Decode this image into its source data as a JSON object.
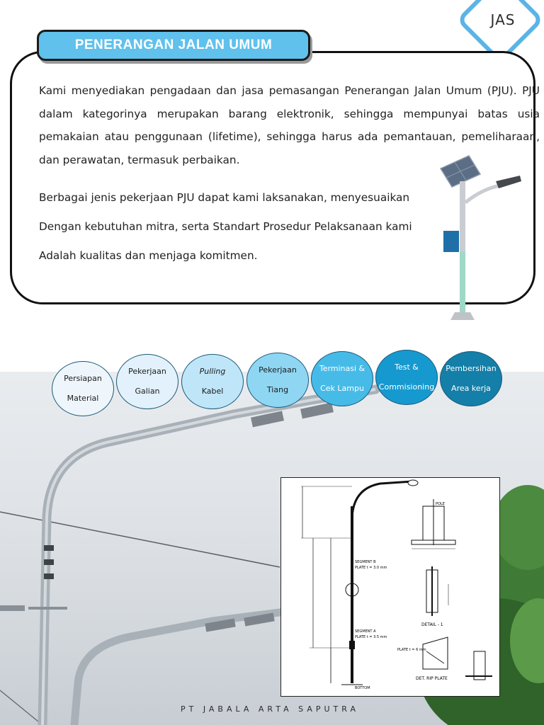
{
  "logo": {
    "text": "JAS"
  },
  "section": {
    "title": "PENERANGAN JALAN UMUM"
  },
  "intro": {
    "paragraph1": "Kami menyediakan pengadaan dan jasa pemasangan Penerangan Jalan Umum (PJU). PJU dalam kategorinya merupakan barang elektronik, sehingga mempunyai batas usia pemakaian atau penggunaan (lifetime), sehingga harus ada pemantauan, pemeliharaan, dan perawatan, termasuk perbaikan.",
    "paragraph2_line1": "Berbagai jenis pekerjaan PJU dapat kami laksanakan, menyesuaikan",
    "paragraph2_line2": "Dengan kebutuhan mitra, serta Standart Prosedur Pelaksanaan kami",
    "paragraph2_line3": "Adalah kualitas dan menjaga komitmen."
  },
  "steps": [
    {
      "line1": "Persiapan",
      "line2": "Material",
      "fill": "#eef5fb",
      "text_color": "#1c1c1c"
    },
    {
      "line1": "Pekerjaan",
      "line2": "Galian",
      "fill": "#e2f1fb",
      "text_color": "#1c1c1c"
    },
    {
      "line1": "Pulling",
      "line2": "Kabel",
      "fill": "#bfe6f8",
      "text_color": "#1c1c1c"
    },
    {
      "line1": "Pekerjaan",
      "line2": "Tiang",
      "fill": "#8fd6f3",
      "text_color": "#1c1c1c"
    },
    {
      "line1": "Terminasi &",
      "line2": "Cek Lampu",
      "fill": "#46bbe8",
      "text_color": "#ffffff"
    },
    {
      "line1": "Test &",
      "line2": "Commisioning",
      "fill": "#1699cf",
      "text_color": "#ffffff"
    },
    {
      "line1": "Pembersihan",
      "line2": "Area kerja",
      "fill": "#147fa8",
      "text_color": "#ffffff"
    }
  ],
  "drawing": {
    "labels": {
      "pole": "POLE",
      "segment_b": "SEGMENT B",
      "plate_b": "PLATE t = 3.0 mm",
      "segment_a": "SEGMENT A",
      "plate_a": "PLATE t = 3.5 mm",
      "detail1": "DETAIL - 1",
      "rib_plate": "DET. RIP PLATE",
      "plate6": "PLATE t = 6 mm",
      "bottom": "BOTTOM"
    }
  },
  "footer": {
    "company": "PT JABALA ARTA SAPUTRA"
  },
  "colors": {
    "accent": "#5fc1ec",
    "logo_border": "#5ab4e6"
  }
}
